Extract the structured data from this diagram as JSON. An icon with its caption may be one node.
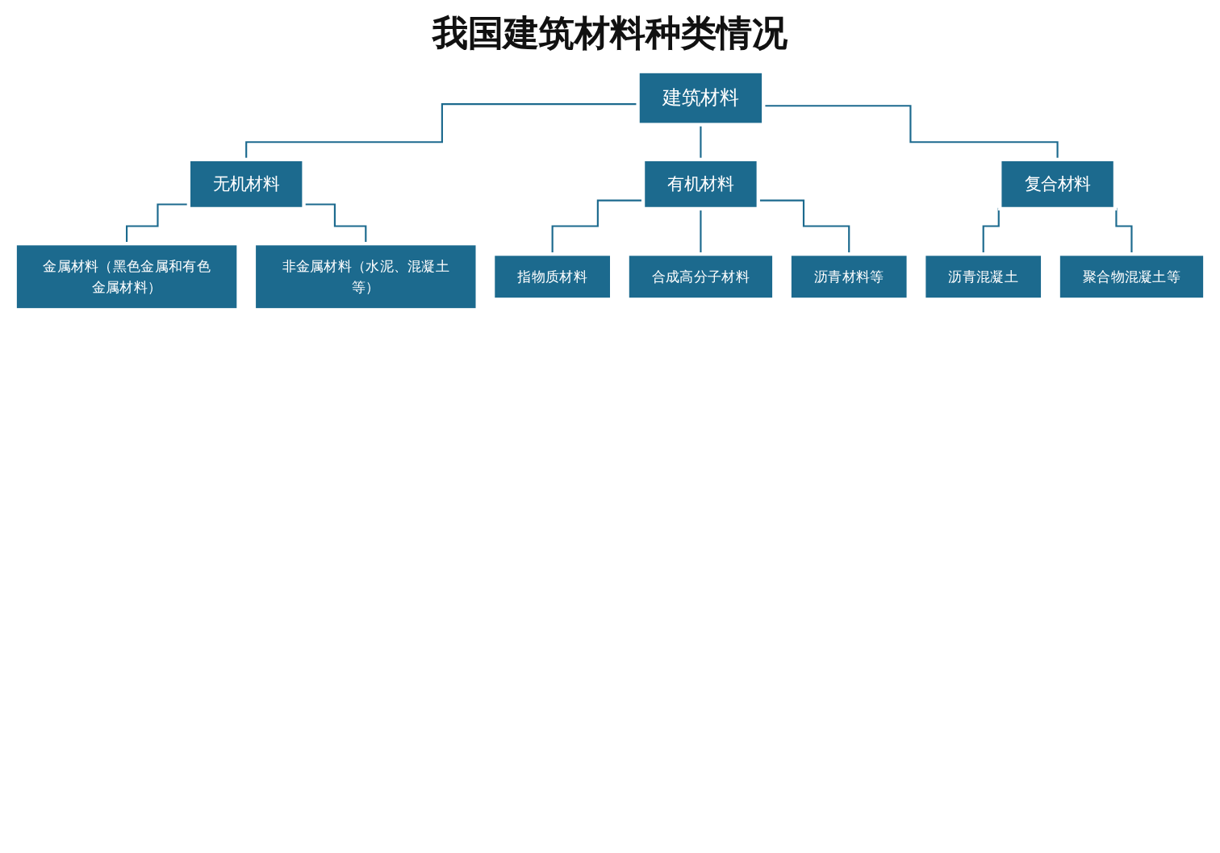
{
  "diagram": {
    "title": "我国建筑材料种类情况",
    "nodes": [
      {
        "text": [
          "建筑材料"
        ]
      },
      {
        "text": [
          "无机材料"
        ]
      },
      {
        "text": [
          "有机材料"
        ]
      },
      {
        "text": [
          "复合材料"
        ]
      },
      {
        "text": [
          "金属材料（黑色金属和有色金属材料）"
        ]
      },
      {
        "text": [
          "非金属材料（水泥、混凝土等）"
        ]
      },
      {
        "text": [
          "指物质材料"
        ]
      },
      {
        "text": [
          "合成高分子材料"
        ]
      },
      {
        "text": [
          "沥青材料等"
        ]
      },
      {
        "text": [
          "沥青混凝土"
        ]
      },
      {
        "text": [
          "聚合物混凝土等"
        ]
      }
    ],
    "edges": [
      {
        "from": 0,
        "to": 1,
        "arrow": "none"
      },
      {
        "from": 0,
        "to": 2,
        "arrow": "none"
      },
      {
        "from": 0,
        "to": 3,
        "arrow": "none"
      },
      {
        "from": 1,
        "to": 4,
        "arrow": "none"
      },
      {
        "from": 1,
        "to": 5,
        "arrow": "none"
      },
      {
        "from": 2,
        "to": 6,
        "arrow": "none"
      },
      {
        "from": 2,
        "to": 7,
        "arrow": "none"
      },
      {
        "from": 2,
        "to": 8,
        "arrow": "none"
      },
      {
        "from": 3,
        "to": 9,
        "arrow": "none"
      },
      {
        "from": 3,
        "to": 10,
        "arrow": "none"
      }
    ]
  }
}
